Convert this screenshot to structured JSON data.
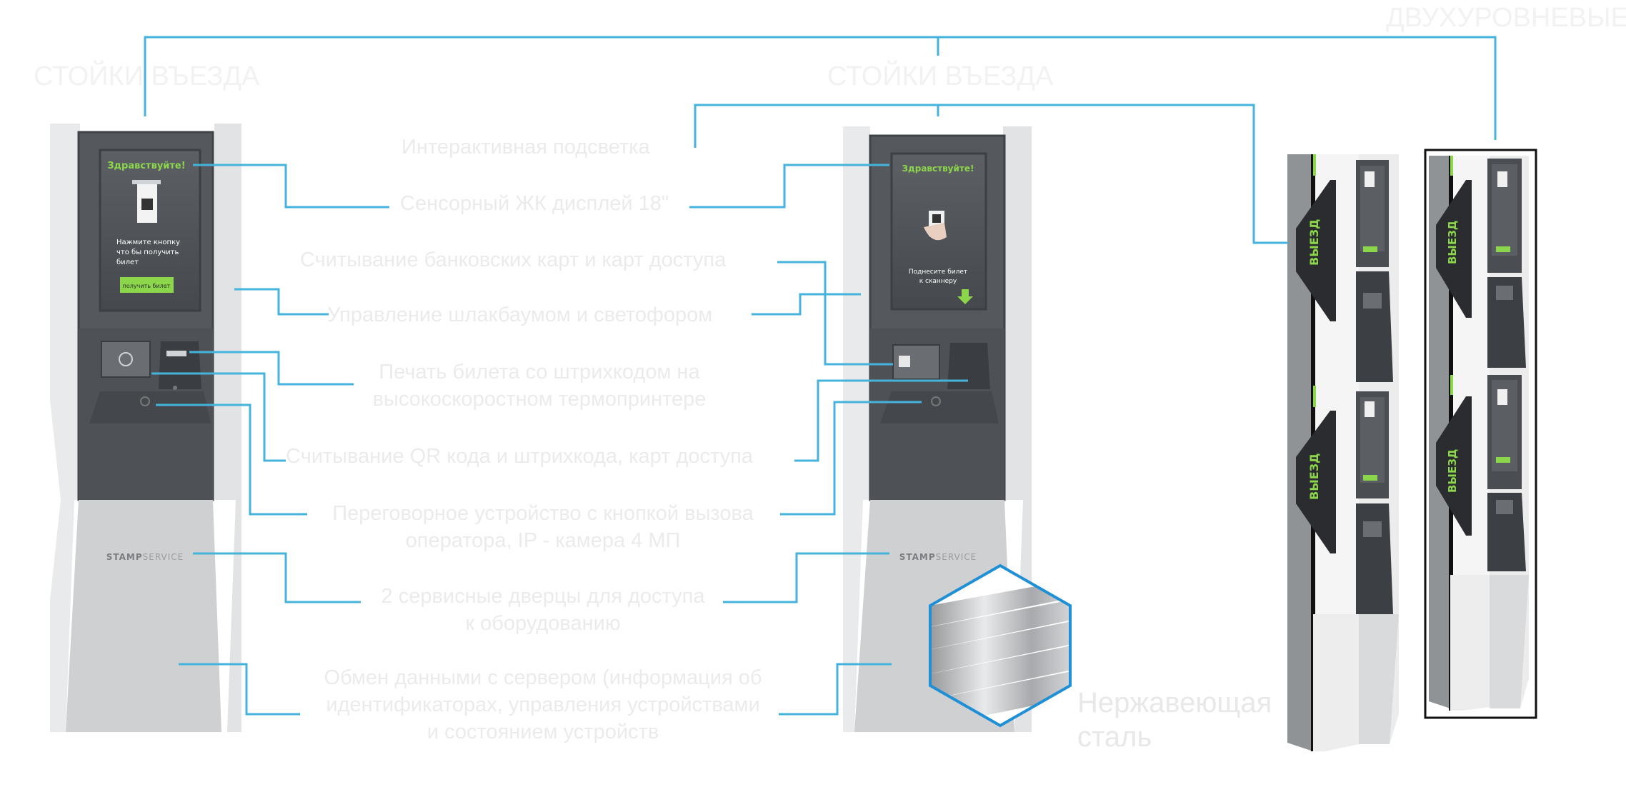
{
  "titles": {
    "left": "СТОЙКИ ВЪЕЗДА",
    "center": "СТОЙКИ ВЪЕЗДА",
    "right": "ДВУХУРОВНЕВЫЕ"
  },
  "labels": {
    "backlight": "Интерактивная подсветка",
    "display": "Сенсорный ЖК дисплей 18\"",
    "cards": "Считывание банковских карт  и карт доступа",
    "barrier": "Управление шлакбаумом и светофором",
    "print_line1": "Печать билета со штрихкодом на",
    "print_line2": "высокоскоростном термопринтере",
    "qr": "Считывание QR кода и штрихкода, карт доступа",
    "intercom_line1": "Переговорное устройство с кнопкой вызова",
    "intercom_line2": "оператора, IP - камера 4 МП",
    "doors_line1": "2 сервисные дверцы для доступа",
    "doors_line2": "к оборудованию",
    "exchange_line1": "Обмен данными с сервером (информация об",
    "exchange_line2": "идентификаторах, управления устройствами",
    "exchange_line3": "и состоянием устройств"
  },
  "steel": {
    "line1": "Нержавеющая",
    "line2": "сталь"
  },
  "screen_left": {
    "greeting": "Здравствуйте!",
    "line1": "Нажмите кнопку",
    "line2": "что бы получить",
    "line3": "билет",
    "button": "получить билет"
  },
  "screen_center": {
    "greeting": "Здравствуйте!",
    "line1": "Поднесите билет",
    "line2": "к сканнеру"
  },
  "brand": {
    "part1": "STAMP",
    "part2": "SERVICE"
  },
  "side_panel": "ВЫЕЗД",
  "colors": {
    "connector": "#45b3dc",
    "accent_green": "#8cd64b",
    "hex_border": "#1f8fd6"
  }
}
